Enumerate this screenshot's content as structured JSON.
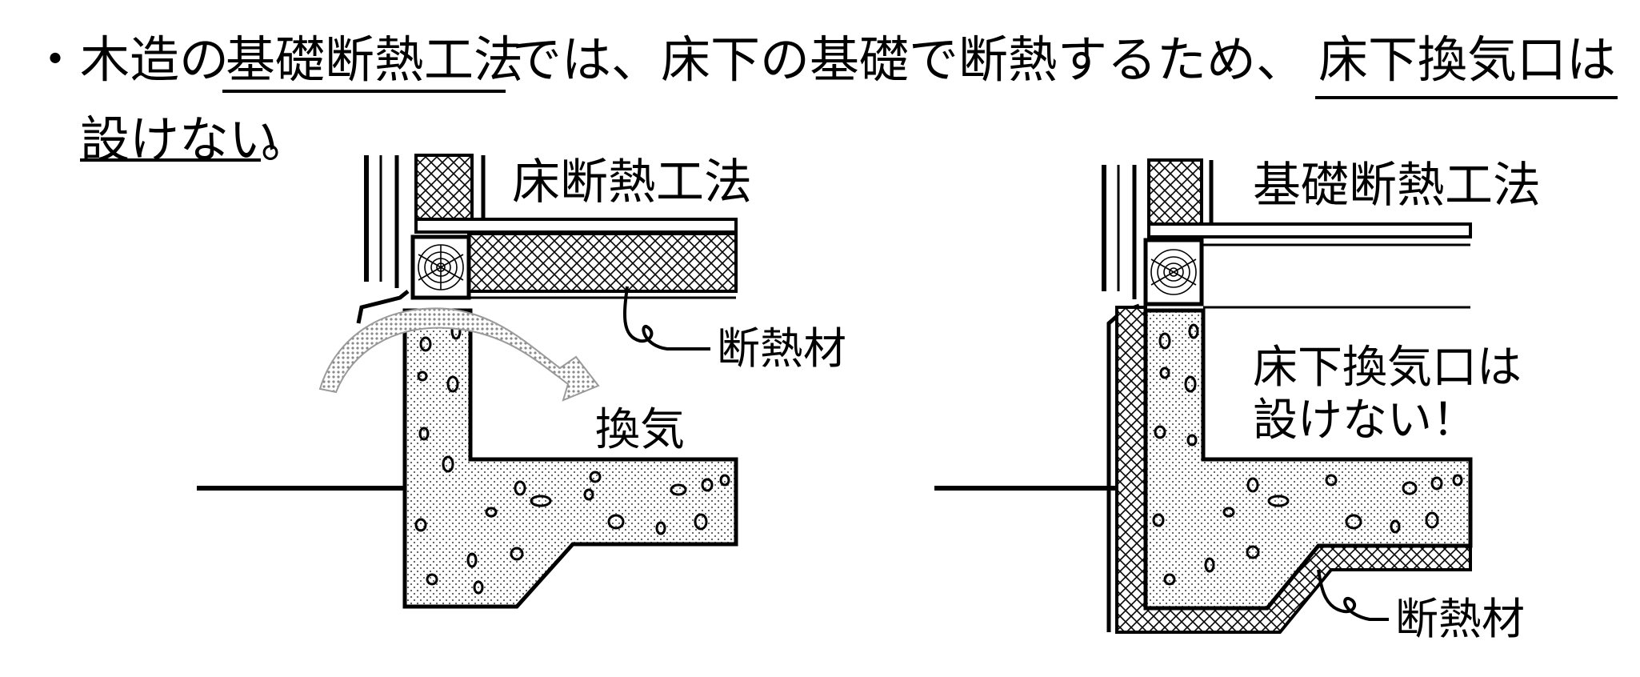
{
  "statement": {
    "bullet": "・",
    "part1": "木造の",
    "term": "基礎断熱工法",
    "part2": "では、床下の基礎で断熱するため、",
    "conclusion_a": "床下換気口は",
    "conclusion_b": "設けない",
    "end_mark": "。"
  },
  "left_diagram": {
    "title": "床断熱工法",
    "insulation_label": "断熱材",
    "airflow_label": "換気"
  },
  "right_diagram": {
    "title": "基礎断熱工法",
    "note_line1": "床下換気口は",
    "note_line2": "設けない！",
    "insulation_label": "断熱材"
  },
  "colors": {
    "ink": "#000000",
    "paper": "#ffffff",
    "concrete_dot": "#555555",
    "airflow": "#9a9a9a"
  }
}
